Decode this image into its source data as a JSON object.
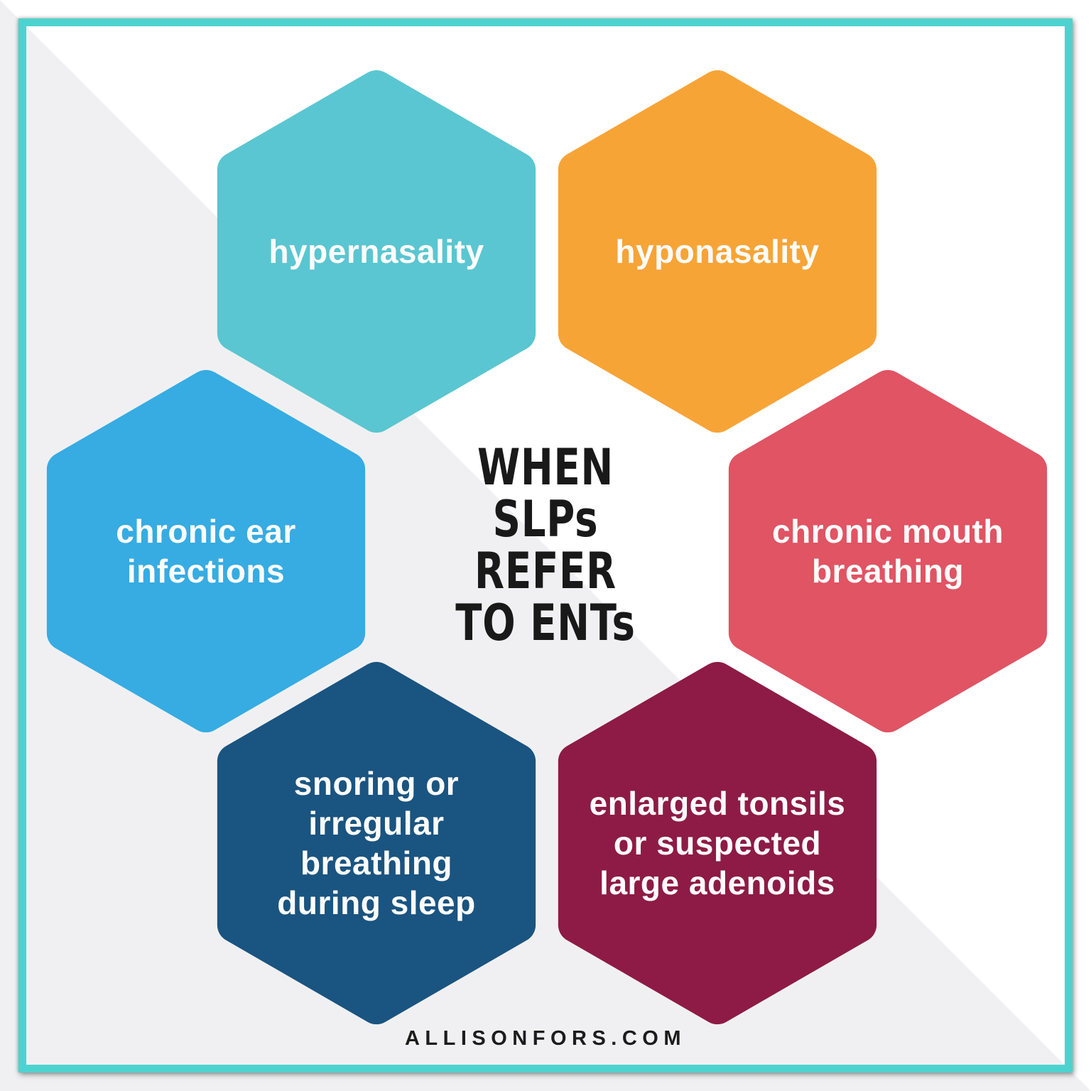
{
  "title": {
    "lines": [
      "WHEN",
      "SLPs",
      "REFER",
      "TO ENTs"
    ],
    "color": "#191919"
  },
  "hexagons": [
    {
      "id": "hypernasality",
      "label": "hypernasality",
      "color": "#5AC6D1"
    },
    {
      "id": "hyponasality",
      "label": "hyponasality",
      "color": "#F7A437"
    },
    {
      "id": "chronic-ear-infections",
      "label": "chronic ear\ninfections",
      "color": "#36ACE2"
    },
    {
      "id": "chronic-mouth-breathing",
      "label": "chronic mouth\nbreathing",
      "color": "#E05464"
    },
    {
      "id": "snoring-irregular-breathing",
      "label": "snoring or\nirregular\nbreathing\nduring sleep",
      "color": "#1A5480"
    },
    {
      "id": "enlarged-tonsils-adenoids",
      "label": "enlarged tonsils\nor suspected\nlarge adenoids",
      "color": "#8D1B45"
    }
  ],
  "footer": {
    "site": "ALLISONFORS.COM"
  },
  "colors": {
    "frame": "#4DD3CF",
    "background_gray": "#F0F0F2",
    "background_white": "#FFFFFF",
    "hexagon_text": "#FCFCFA"
  }
}
